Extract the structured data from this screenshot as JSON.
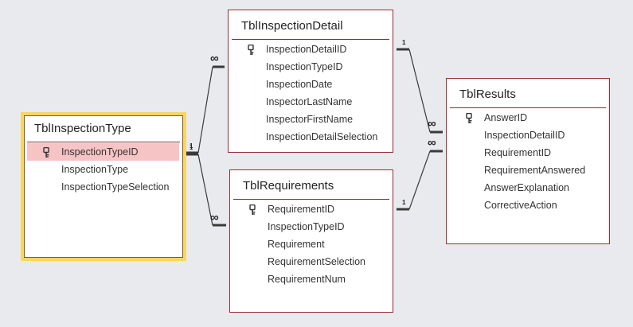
{
  "tables": [
    {
      "id": "t-type",
      "name": "TblInspectionType",
      "selected": true,
      "fields": [
        {
          "name": "InspectionTypeID",
          "key": true,
          "highlight": true
        },
        {
          "name": "InspectionType",
          "key": false,
          "highlight": false
        },
        {
          "name": "InspectionTypeSelection",
          "key": false,
          "highlight": false
        }
      ]
    },
    {
      "id": "t-detail",
      "name": "TblInspectionDetail",
      "selected": false,
      "fields": [
        {
          "name": "InspectionDetailID",
          "key": true,
          "highlight": false
        },
        {
          "name": "InspectionTypeID",
          "key": false,
          "highlight": false
        },
        {
          "name": "InspectionDate",
          "key": false,
          "highlight": false
        },
        {
          "name": "InspectorLastName",
          "key": false,
          "highlight": false
        },
        {
          "name": "InspectorFirstName",
          "key": false,
          "highlight": false
        },
        {
          "name": "InspectionDetailSelection",
          "key": false,
          "highlight": false
        }
      ]
    },
    {
      "id": "t-req",
      "name": "TblRequirements",
      "selected": false,
      "fields": [
        {
          "name": "RequirementID",
          "key": true,
          "highlight": false
        },
        {
          "name": "InspectionTypeID",
          "key": false,
          "highlight": false
        },
        {
          "name": "Requirement",
          "key": false,
          "highlight": false
        },
        {
          "name": "RequirementSelection",
          "key": false,
          "highlight": false
        },
        {
          "name": "RequirementNum",
          "key": false,
          "highlight": false
        }
      ]
    },
    {
      "id": "t-results",
      "name": "TblResults",
      "selected": false,
      "fields": [
        {
          "name": "AnswerID",
          "key": true,
          "highlight": false
        },
        {
          "name": "InspectionDetailID",
          "key": false,
          "highlight": false
        },
        {
          "name": "RequirementID",
          "key": false,
          "highlight": false
        },
        {
          "name": "RequirementAnswered",
          "key": false,
          "highlight": false
        },
        {
          "name": "AnswerExplanation",
          "key": false,
          "highlight": false
        },
        {
          "name": "CorrectiveAction",
          "key": false,
          "highlight": false
        }
      ]
    }
  ],
  "relationships": [
    {
      "from_table": "TblInspectionType",
      "to_table": "TblInspectionDetail",
      "one_label": "1",
      "many_label": "∞"
    },
    {
      "from_table": "TblInspectionType",
      "to_table": "TblRequirements",
      "one_label": "1",
      "many_label": "∞"
    },
    {
      "from_table": "TblInspectionDetail",
      "to_table": "TblResults",
      "one_label": "1",
      "many_label": "∞"
    },
    {
      "from_table": "TblRequirements",
      "to_table": "TblResults",
      "one_label": "1",
      "many_label": "∞"
    }
  ],
  "colors": {
    "table_border": "#9a2f36",
    "selected_border": "#f9d65f",
    "key_highlight": "#f7c4c6",
    "line": "#3a3a3a",
    "background": "#e8eaee"
  }
}
